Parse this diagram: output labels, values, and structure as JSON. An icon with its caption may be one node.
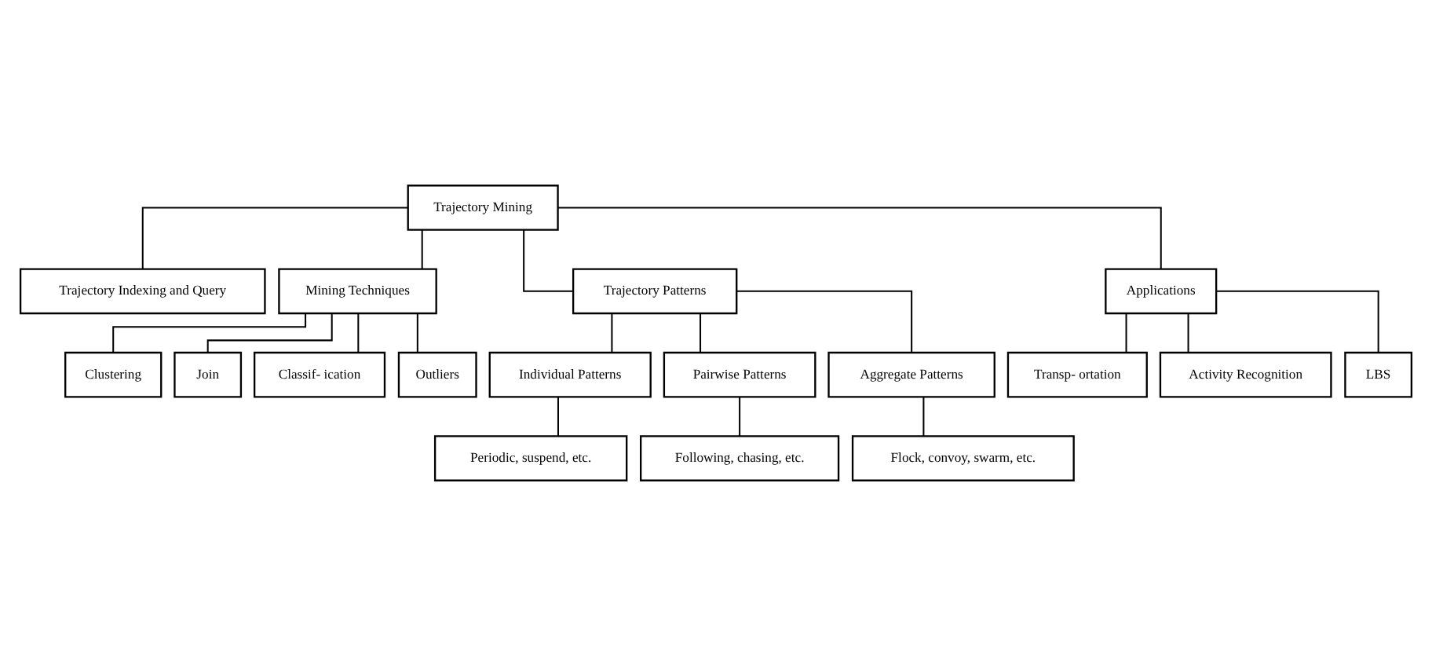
{
  "diagram": {
    "nodes": [
      {
        "text": [
          "Trajectory Mining"
        ]
      },
      {
        "text": [
          "Trajectory Indexing and Query"
        ]
      },
      {
        "text": [
          "Mining Techniques"
        ]
      },
      {
        "text": [
          "Trajectory Patterns"
        ]
      },
      {
        "text": [
          "Applications"
        ]
      },
      {
        "text": [
          "Clustering"
        ]
      },
      {
        "text": [
          "Join"
        ]
      },
      {
        "text": [
          "Classif- ication"
        ]
      },
      {
        "text": [
          "Outliers"
        ]
      },
      {
        "text": [
          "Individual Patterns"
        ]
      },
      {
        "text": [
          "Pairwise Patterns"
        ]
      },
      {
        "text": [
          "Aggregate Patterns"
        ]
      },
      {
        "text": [
          "Transp- ortation"
        ]
      },
      {
        "text": [
          "Activity Recognition"
        ]
      },
      {
        "text": [
          "LBS"
        ]
      },
      {
        "text": [
          "Periodic, suspend, etc."
        ]
      },
      {
        "text": [
          "Following, chasing, etc."
        ]
      },
      {
        "text": [
          "Flock, convoy, swarm, etc."
        ]
      }
    ],
    "edges": [
      {
        "from": 0,
        "to": 1,
        "arrow": "none"
      },
      {
        "from": 0,
        "to": 2,
        "arrow": "none"
      },
      {
        "from": 0,
        "to": 3,
        "arrow": "none"
      },
      {
        "from": 0,
        "to": 4,
        "arrow": "none"
      },
      {
        "from": 2,
        "to": 5,
        "arrow": "none"
      },
      {
        "from": 2,
        "to": 6,
        "arrow": "none"
      },
      {
        "from": 2,
        "to": 7,
        "arrow": "none"
      },
      {
        "from": 2,
        "to": 8,
        "arrow": "none"
      },
      {
        "from": 3,
        "to": 9,
        "arrow": "none"
      },
      {
        "from": 3,
        "to": 10,
        "arrow": "none"
      },
      {
        "from": 3,
        "to": 11,
        "arrow": "none"
      },
      {
        "from": 4,
        "to": 12,
        "arrow": "none"
      },
      {
        "from": 4,
        "to": 13,
        "arrow": "none"
      },
      {
        "from": 4,
        "to": 14,
        "arrow": "none"
      },
      {
        "from": 9,
        "to": 15,
        "arrow": "none"
      },
      {
        "from": 10,
        "to": 16,
        "arrow": "none"
      },
      {
        "from": 11,
        "to": 17,
        "arrow": "none"
      }
    ]
  }
}
